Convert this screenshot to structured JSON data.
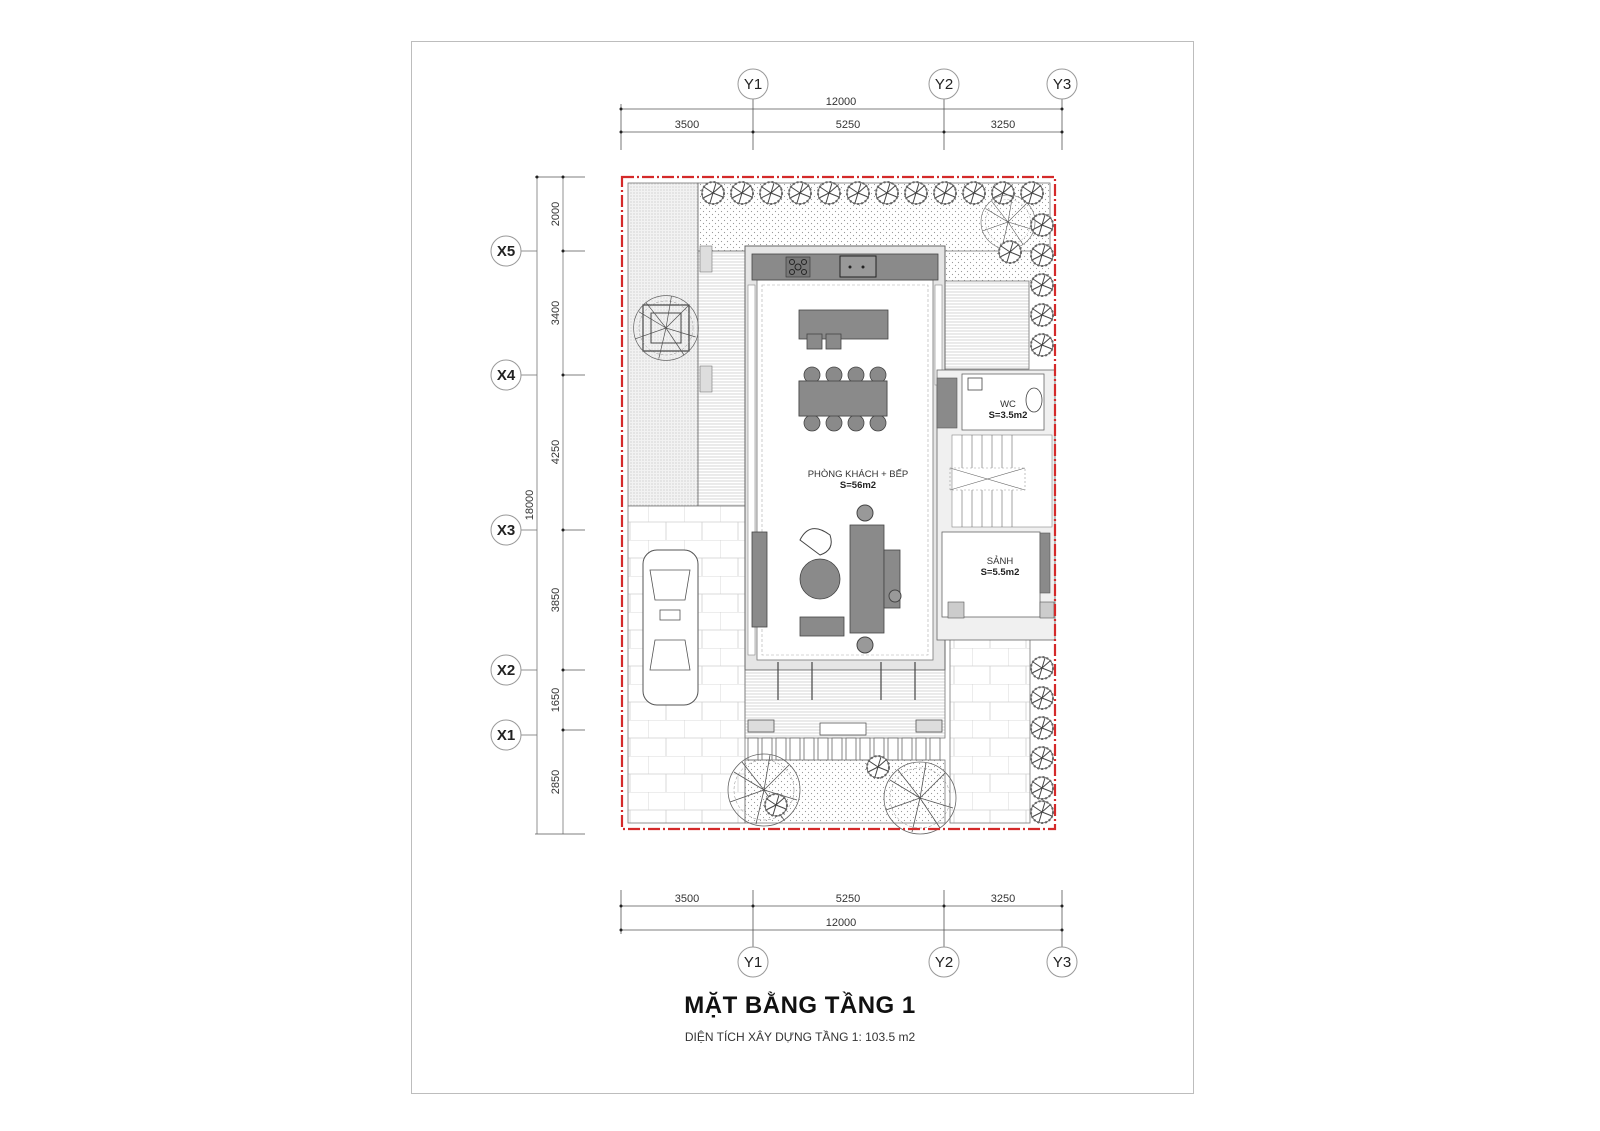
{
  "drawing": {
    "title": "MẶT BẰNG TẦNG 1",
    "subtitle": "DIỆN TÍCH XÂY DỰNG TẦNG 1: 103.5 m2",
    "boundary_color": "#d42a2a"
  },
  "grid_axes": {
    "y_axes": [
      "Y1",
      "Y2",
      "Y3"
    ],
    "x_axes": [
      "X5",
      "X4",
      "X3",
      "X2",
      "X1"
    ]
  },
  "dimensions": {
    "top": {
      "total": "12000",
      "segments": [
        "3500",
        "5250",
        "3250"
      ]
    },
    "bottom": {
      "total": "12000",
      "segments": [
        "3500",
        "5250",
        "3250"
      ]
    },
    "left": {
      "total": "18000",
      "segments": [
        "2000",
        "3400",
        "4250",
        "3850",
        "1650",
        "2850"
      ]
    }
  },
  "rooms": [
    {
      "name": "PHÒNG KHÁCH + BẾP",
      "area": "S=56m2"
    },
    {
      "name": "WC",
      "area": "S=3.5m2"
    },
    {
      "name": "SẢNH",
      "area": "S=5.5m2"
    }
  ]
}
